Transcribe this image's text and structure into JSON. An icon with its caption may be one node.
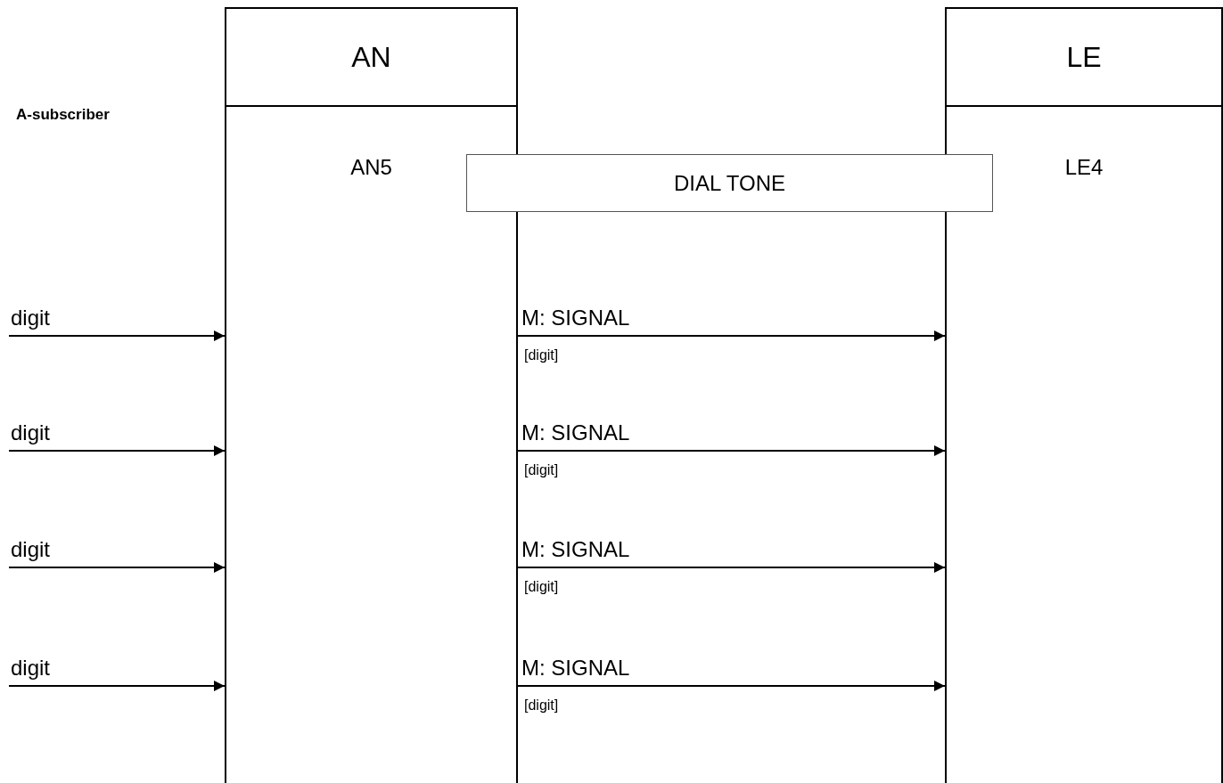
{
  "diagram": {
    "nodes": [
      {
        "text": [
          "AN",
          "AN5"
        ]
      },
      {
        "text": [
          "LE",
          "LE4"
        ]
      },
      {
        "text": [
          "DIAL TONE"
        ]
      }
    ],
    "edges": [
      {
        "from": null,
        "to": 0,
        "arrow": "to",
        "label": "digit"
      },
      {
        "from": 0,
        "to": 1,
        "arrow": "to",
        "label": "M: SIGNAL"
      },
      {
        "from": null,
        "to": 0,
        "arrow": "to",
        "label": "digit"
      },
      {
        "from": 0,
        "to": 1,
        "arrow": "to",
        "label": "M: SIGNAL"
      },
      {
        "from": null,
        "to": 0,
        "arrow": "to",
        "label": "digit"
      },
      {
        "from": 0,
        "to": 1,
        "arrow": "to",
        "label": "M: SIGNAL"
      },
      {
        "from": null,
        "to": 0,
        "arrow": "to",
        "label": "digit"
      },
      {
        "from": 0,
        "to": 1,
        "arrow": "to",
        "label": "M: SIGNAL"
      }
    ],
    "labels": [
      "A-subscriber",
      "[digit]",
      "[digit]",
      "[digit]",
      "[digit]"
    ]
  }
}
